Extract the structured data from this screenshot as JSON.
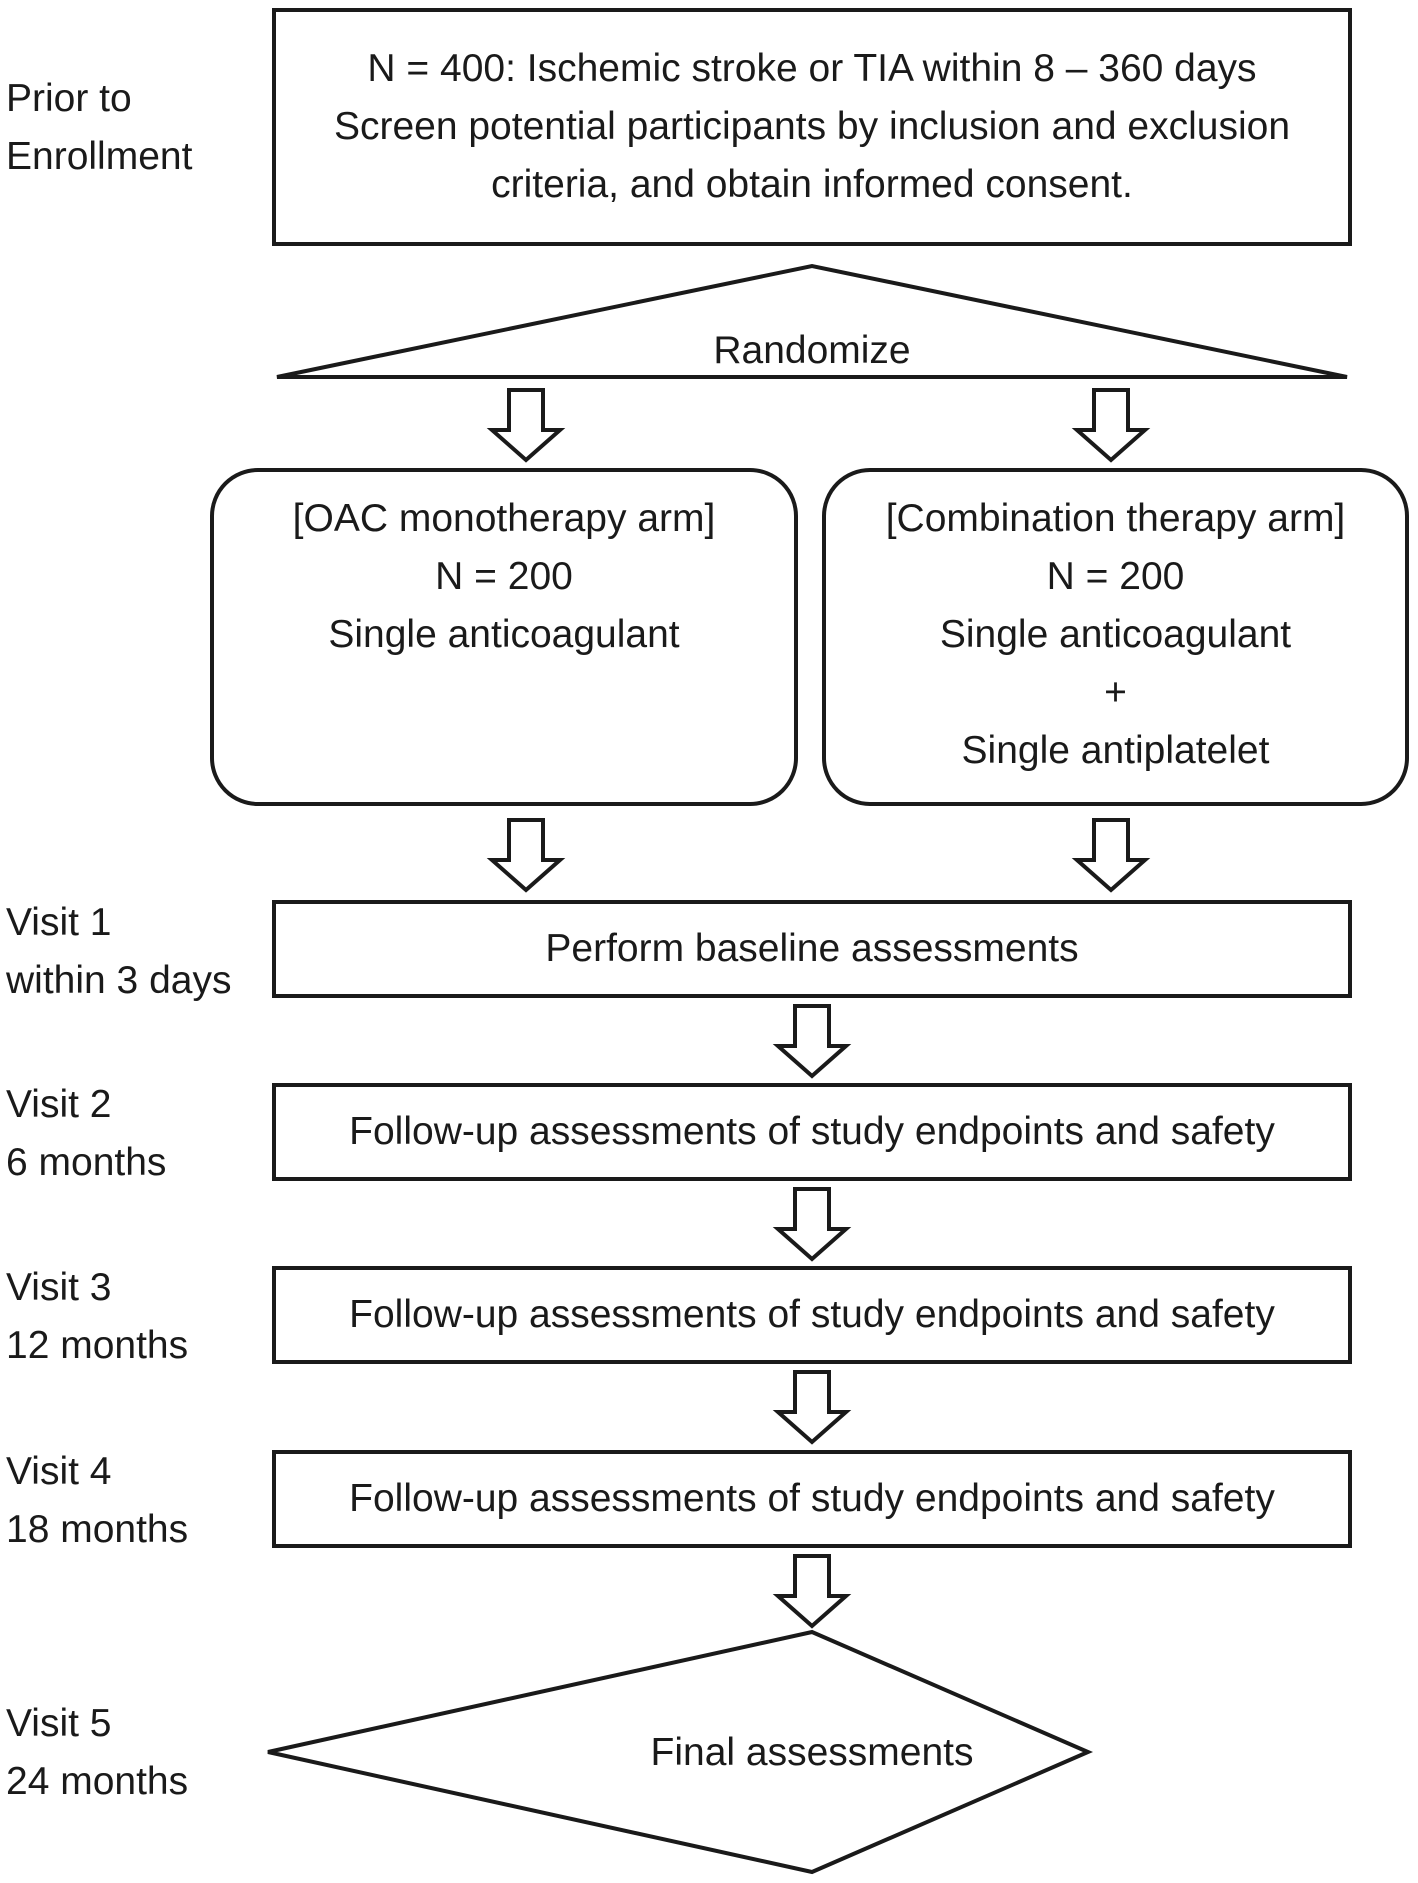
{
  "phases": {
    "prior": [
      "Prior to",
      "Enrollment"
    ],
    "visit1": [
      "Visit 1",
      "within 3 days"
    ],
    "visit2": [
      "Visit 2",
      "6 months"
    ],
    "visit3": [
      "Visit 3",
      "12 months"
    ],
    "visit4": [
      "Visit 4",
      "18 months"
    ],
    "visit5": [
      "Visit 5",
      "24 months"
    ]
  },
  "screening": [
    "N = 400: Ischemic stroke or TIA within 8 – 360 days",
    "Screen potential participants by inclusion and exclusion",
    "criteria, and obtain informed consent."
  ],
  "randomize": "Randomize",
  "arms": {
    "left": [
      "[OAC monotherapy arm]",
      "N = 200",
      "Single anticoagulant"
    ],
    "right": [
      "[Combination therapy arm]",
      "N = 200",
      "Single anticoagulant",
      "+",
      "Single antiplatelet"
    ]
  },
  "steps": {
    "baseline": "Perform baseline assessments",
    "followup2": "Follow-up assessments of study endpoints and safety",
    "followup3": "Follow-up assessments of study endpoints and safety",
    "followup4": "Follow-up assessments of study endpoints and safety"
  },
  "final": "Final assessments"
}
